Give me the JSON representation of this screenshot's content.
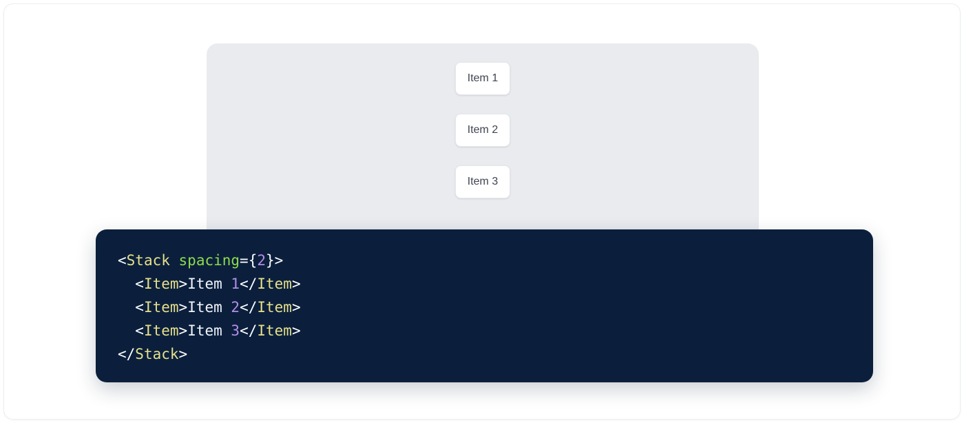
{
  "preview": {
    "panel_bg": "#e9ebef",
    "items": [
      {
        "label": "Item 1"
      },
      {
        "label": "Item 2"
      },
      {
        "label": "Item 3"
      }
    ]
  },
  "code": {
    "background": "#0b1f3d",
    "language": "jsx",
    "colors": {
      "tag": "#e6e08a",
      "attribute": "#8cdc4a",
      "number": "#b48ee8",
      "punctuation": "#ffffff",
      "text": "#f2f5f9"
    },
    "lines": [
      {
        "indent": "",
        "tokens": [
          {
            "t": "punct",
            "v": "<"
          },
          {
            "t": "tag",
            "v": "Stack"
          },
          {
            "t": "punct",
            "v": " "
          },
          {
            "t": "attr",
            "v": "spacing"
          },
          {
            "t": "punct",
            "v": "={"
          },
          {
            "t": "num",
            "v": "2"
          },
          {
            "t": "punct",
            "v": "}>"
          }
        ]
      },
      {
        "indent": "  ",
        "tokens": [
          {
            "t": "punct",
            "v": "<"
          },
          {
            "t": "tag",
            "v": "Item"
          },
          {
            "t": "punct",
            "v": ">"
          },
          {
            "t": "text",
            "v": "Item "
          },
          {
            "t": "num",
            "v": "1"
          },
          {
            "t": "punct",
            "v": "</"
          },
          {
            "t": "tag",
            "v": "Item"
          },
          {
            "t": "punct",
            "v": ">"
          }
        ]
      },
      {
        "indent": "  ",
        "tokens": [
          {
            "t": "punct",
            "v": "<"
          },
          {
            "t": "tag",
            "v": "Item"
          },
          {
            "t": "punct",
            "v": ">"
          },
          {
            "t": "text",
            "v": "Item "
          },
          {
            "t": "num",
            "v": "2"
          },
          {
            "t": "punct",
            "v": "</"
          },
          {
            "t": "tag",
            "v": "Item"
          },
          {
            "t": "punct",
            "v": ">"
          }
        ]
      },
      {
        "indent": "  ",
        "tokens": [
          {
            "t": "punct",
            "v": "<"
          },
          {
            "t": "tag",
            "v": "Item"
          },
          {
            "t": "punct",
            "v": ">"
          },
          {
            "t": "text",
            "v": "Item "
          },
          {
            "t": "num",
            "v": "3"
          },
          {
            "t": "punct",
            "v": "</"
          },
          {
            "t": "tag",
            "v": "Item"
          },
          {
            "t": "punct",
            "v": ">"
          }
        ]
      },
      {
        "indent": "",
        "tokens": [
          {
            "t": "punct",
            "v": "</"
          },
          {
            "t": "tag",
            "v": "Stack"
          },
          {
            "t": "punct",
            "v": ">"
          }
        ]
      }
    ]
  }
}
